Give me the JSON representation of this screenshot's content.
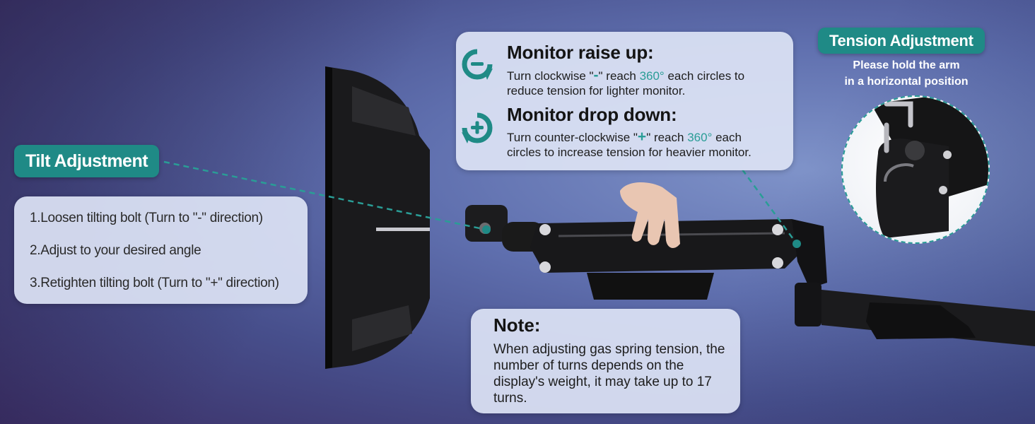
{
  "tilt": {
    "title": "Tilt Adjustment",
    "steps": [
      "1.Loosen tilting bolt (Turn to \"-\" direction)",
      "2.Adjust to your desired angle",
      "3.Retighten tilting bolt (Turn to \"+\" direction)"
    ]
  },
  "tension": {
    "title": "Tension Adjustment",
    "subtitle_line1": "Please hold the arm",
    "subtitle_line2": "in a horizontal position"
  },
  "raise": {
    "title": "Monitor raise up:",
    "pre": "Turn clockwise \"",
    "symbol": "-",
    "mid": "\" reach ",
    "degrees": "360°",
    "post": " each circles to",
    "line2": "reduce tension for lighter monitor."
  },
  "drop": {
    "title": "Monitor drop down:",
    "pre": "Turn counter-clockwise \"",
    "symbol": "+",
    "mid": "\" reach ",
    "degrees": "360°",
    "post": " each",
    "line2": "circles to increase tension for heavier monitor."
  },
  "note": {
    "title": "Note:",
    "text": "When adjusting gas spring tension, the number of turns depends on the display's weight, it may take up to 17 turns."
  },
  "colors": {
    "teal": "#1f8a86",
    "accent": "#2a9d96"
  },
  "icons": {
    "raise": "rotate-clockwise-minus-icon",
    "drop": "rotate-counterclockwise-plus-icon"
  }
}
